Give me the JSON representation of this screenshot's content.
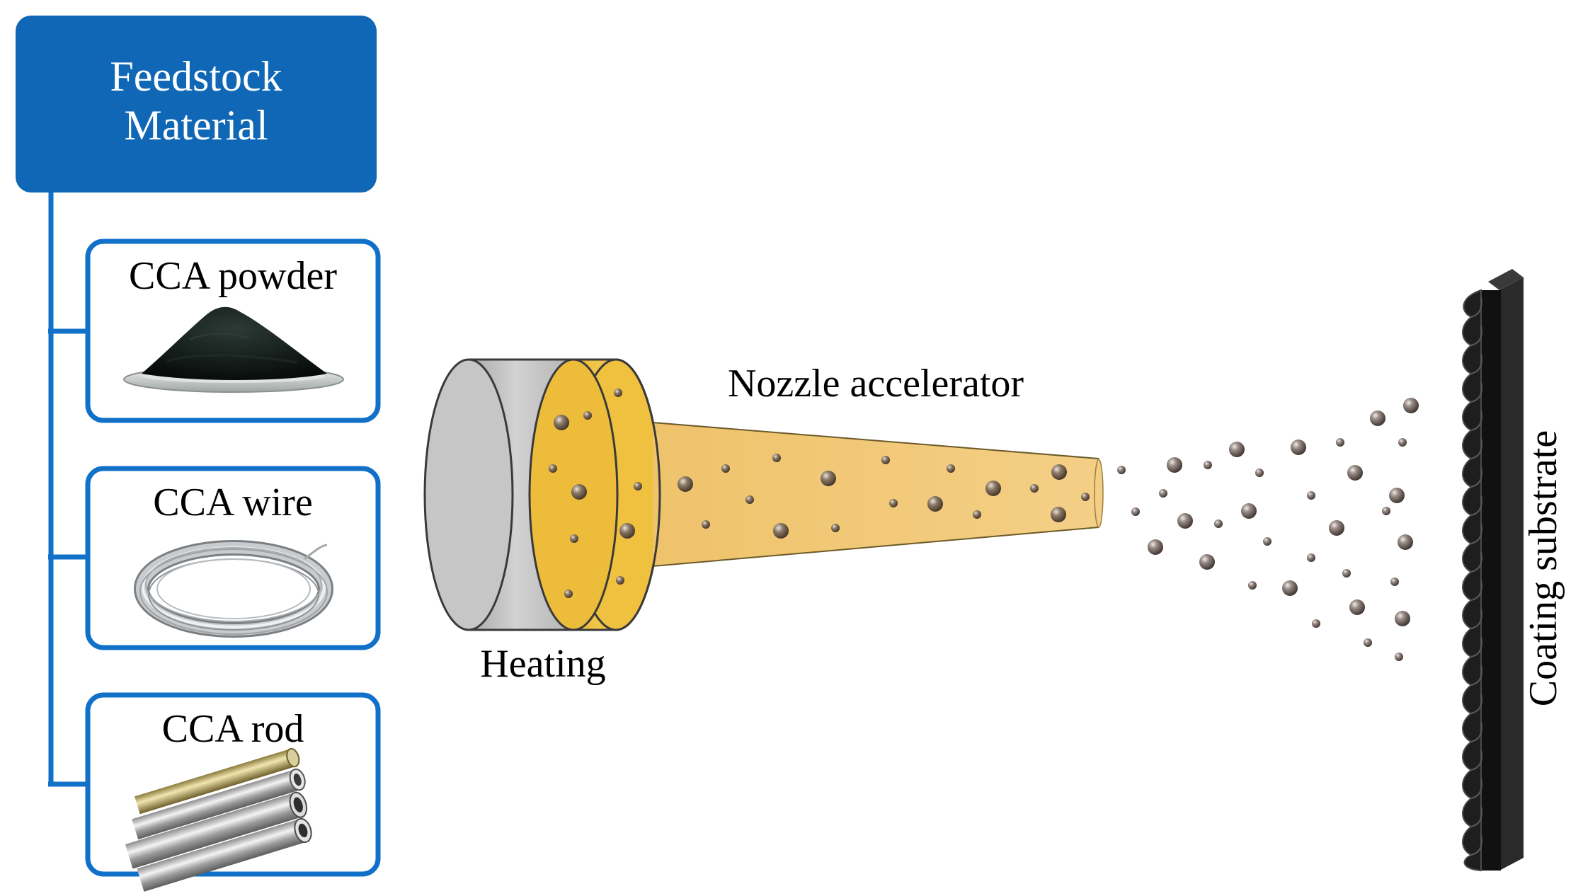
{
  "feedstock": {
    "title_line1": "Feedstock",
    "title_line2": "Material",
    "colors": {
      "header_fill": "#0f67b5",
      "header_text": "#ffffff",
      "border": "#1170c8",
      "connector": "#1170c8"
    }
  },
  "materials": [
    {
      "label": "CCA powder",
      "icon": "powder-pile-icon"
    },
    {
      "label": "CCA wire",
      "icon": "wire-coil-icon"
    },
    {
      "label": "CCA rod",
      "icon": "rod-bundle-icon"
    }
  ],
  "process": {
    "heating_label": "Heating",
    "nozzle_label": "Nozzle accelerator",
    "substrate_label": "Coating substrate",
    "colors": {
      "heater_body": "#c9c9c9",
      "heater_face": "#bdbdbd",
      "hot_zone": "#eec13e",
      "nozzle": "#f1c872",
      "particle": "#7a6a62",
      "substrate": "#1a1a1a"
    }
  }
}
